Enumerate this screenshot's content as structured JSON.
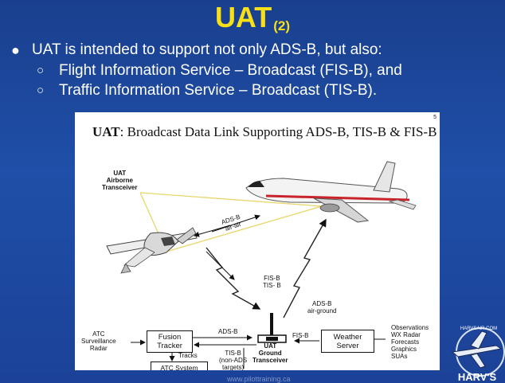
{
  "slide": {
    "title": "UAT",
    "title_suffix": "(2)",
    "bullet": "UAT is intended to support not only ADS-B, but also:",
    "sub_bullets": [
      "Flight Information Service – Broadcast (FIS-B), and",
      "Traffic Information Service – Broadcast (TIS-B)."
    ],
    "watermark": "www.pilottraining.ca"
  },
  "diagram": {
    "title_bold": "UAT",
    "title_rest": ":  Broadcast Data Link Supporting ADS-B, TIS-B & FIS-B",
    "page_number": "5",
    "labels": {
      "airborne_transceiver": [
        "UAT",
        "Airborne",
        "Transceiver"
      ],
      "adsb_air_air": [
        "ADS-B",
        "air-air"
      ],
      "fisb_tisb": [
        "FIS-B",
        "TIS- B"
      ],
      "adsb_air_ground": [
        "ADS-B",
        "air-ground"
      ],
      "atc_radar": [
        "ATC",
        "Surveillance",
        "Radar"
      ],
      "adsb_link": "ADS-B",
      "fisb_link": "FIS-B",
      "tracks": "Tracks",
      "tisb_non_ads": [
        "TIS-B",
        "(non-ADS",
        "targets)"
      ],
      "uat_ground": [
        "UAT",
        "Ground",
        "Transceiver"
      ],
      "observations": [
        "Observations",
        "WX Radar",
        "Forecasts",
        "Graphics",
        "SUAs"
      ]
    },
    "boxes": {
      "fusion_tracker": [
        "Fusion",
        "Tracker"
      ],
      "weather_server": [
        "Weather",
        "Server"
      ],
      "atc_system": "ATC System"
    }
  },
  "logo": {
    "text": "HARV'S",
    "arc_text": "HARVSAIR.COM"
  }
}
